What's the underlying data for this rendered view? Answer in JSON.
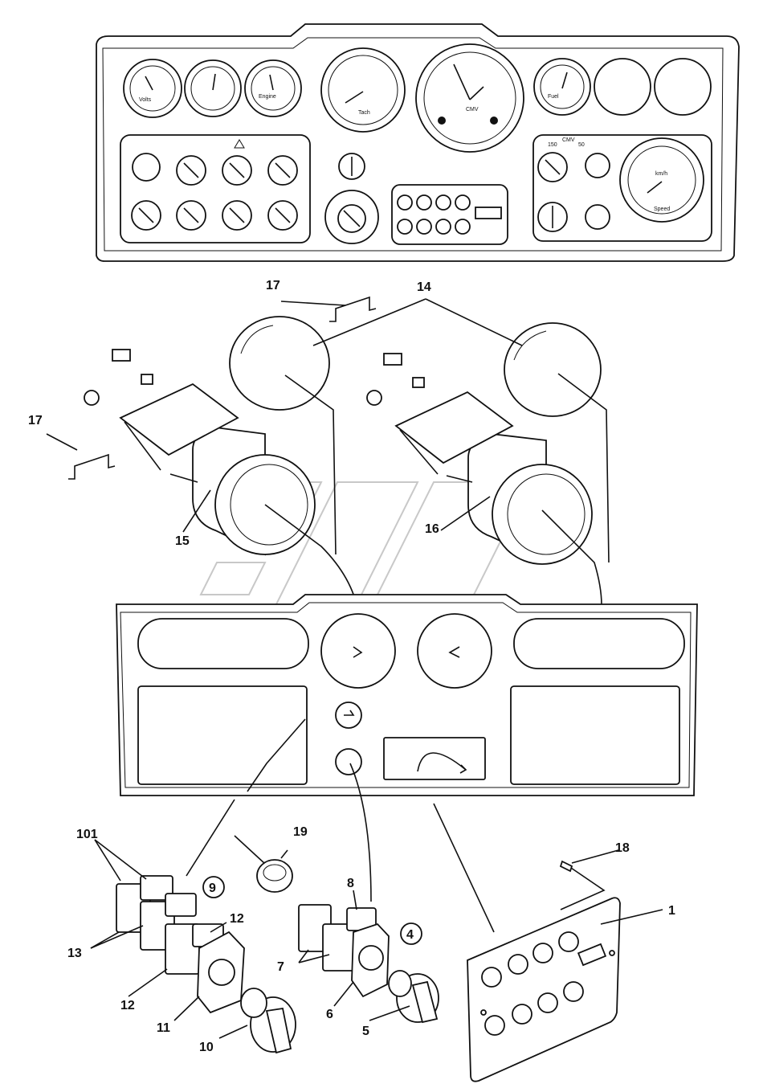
{
  "callouts": {
    "c1": "1",
    "c4": "4",
    "c5": "5",
    "c6": "6",
    "c7": "7",
    "c8": "8",
    "c9": "9",
    "c10": "10",
    "c11": "11",
    "c12a": "12",
    "c12b": "12",
    "c13": "13",
    "c14": "14",
    "c15": "15",
    "c16": "16",
    "c17a": "17",
    "c17b": "17",
    "c18": "18",
    "c19": "19",
    "c101": "101"
  },
  "gauge_labels": {
    "volts": "Volts",
    "engine": "Engine",
    "fuel": "Fuel",
    "speed": "Speed",
    "kmh": "km/h",
    "tach": "Tach",
    "cmv": "CMV",
    "cmv_150": "150",
    "cmv_50": "50"
  }
}
